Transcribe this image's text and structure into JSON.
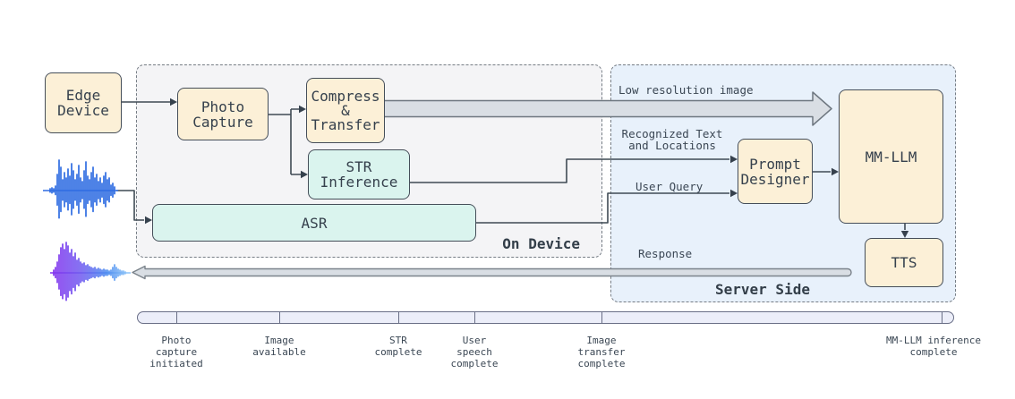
{
  "diagram": {
    "regions": [
      {
        "label": "On Device"
      },
      {
        "label": "Server Side"
      }
    ],
    "nodes": [
      {
        "label": "Edge\nDevice"
      },
      {
        "label": "Photo\nCapture"
      },
      {
        "label": "Compress\n&\nTransfer"
      },
      {
        "label": "STR\nInference"
      },
      {
        "label": "ASR"
      },
      {
        "label": "Prompt\nDesigner"
      },
      {
        "label": "MM-LLM"
      },
      {
        "label": "TTS"
      }
    ],
    "flows": [
      {
        "label": "Low resolution image"
      },
      {
        "label": "Recognized Text\nand Locations"
      },
      {
        "label": "User Query"
      },
      {
        "label": "Response"
      }
    ],
    "icons": [
      {
        "name": "input-speech-waveform"
      },
      {
        "name": "response-speech-waveform"
      }
    ]
  },
  "timeline": {
    "events": [
      {
        "label": "Photo\ncapture\ninitiated"
      },
      {
        "label": "Image\navailable"
      },
      {
        "label": "STR\ncomplete"
      },
      {
        "label": "User\nspeech\ncomplete"
      },
      {
        "label": "Image\ntransfer\ncomplete"
      },
      {
        "label": "MM-LLM inference\ncomplete"
      }
    ]
  },
  "colors": {
    "warm_node_fill": "#fcf0d7",
    "cool_node_fill": "#daf4ee",
    "node_border": "#454e59",
    "on_device_bg": "#f4f4f6",
    "server_side_bg": "#e8f1fb",
    "bulk_arrow_fill": "#d9dee4",
    "timeline_fill": "#eceef9",
    "input_waveform_blue": "#2e6ce2",
    "response_waveform_purple": "#8233ee",
    "text": "#36414d"
  }
}
